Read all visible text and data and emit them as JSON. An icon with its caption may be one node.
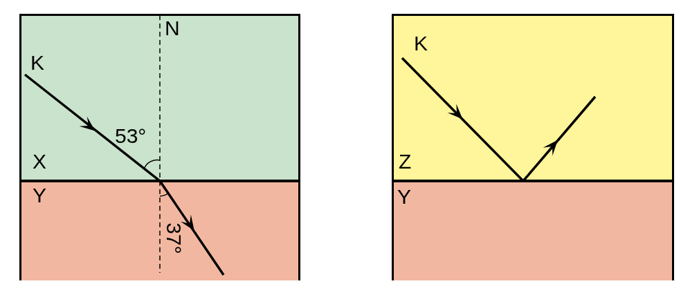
{
  "diagram": {
    "nodes": [
      {
        "text": [
          "X"
        ]
      },
      {
        "text": [
          "Y"
        ]
      },
      {
        "text": [
          "Z"
        ]
      },
      {
        "text": [
          "Y"
        ]
      }
    ],
    "labels": [
      "N",
      "K",
      "53°",
      "37°",
      "K"
    ]
  }
}
